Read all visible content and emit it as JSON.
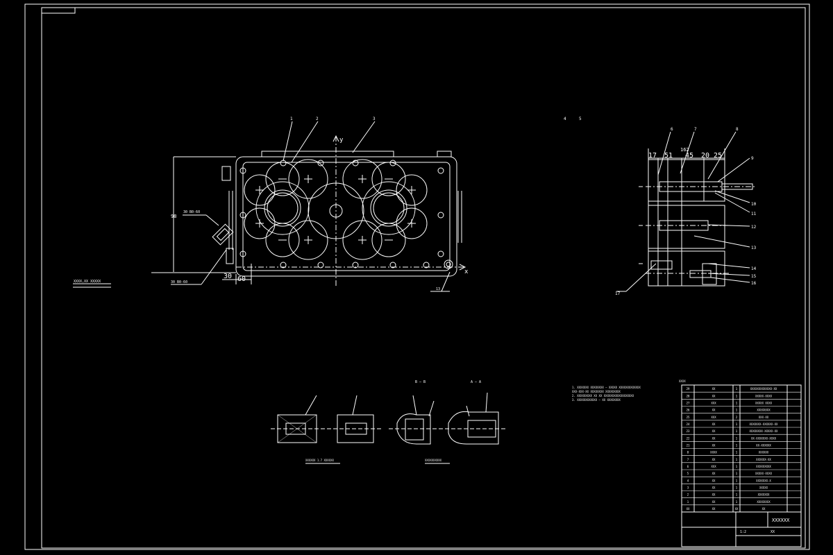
{
  "viewport_tag": "",
  "front_view": {
    "axis_y": "y",
    "axis_x": "x",
    "dim_vertical": "98",
    "dim_30": "30",
    "dim_60": "60",
    "callouts_top": [
      "1",
      "2",
      "3"
    ],
    "callout_br": "13",
    "spec_left_1": "30 B0-60",
    "spec_left_2": "30 B0-60",
    "left_note": "XXXX,XX  XXXXX"
  },
  "section_top_labels": [
    "4",
    "5"
  ],
  "side_view": {
    "top_dims": [
      "17",
      "51",
      "45",
      "20",
      "25"
    ],
    "dim_center": "162",
    "top_callouts": [
      "6",
      "7",
      "8"
    ],
    "right_callouts": [
      "9",
      "10",
      "11",
      "12",
      "13",
      "14",
      "15",
      "16"
    ],
    "left_callout": "17"
  },
  "details": {
    "caption_1": "XXXXXX 1.7 XXXXXX",
    "caption_2": "XXXXXXXXXX",
    "section_b": "B — B",
    "section_a": "A — A"
  },
  "tech_notes": [
    "1. XXXXXXX XXXXXXXX — XXXXX XXXXXXXXXXXXX",
    "   XXX-XXX-XX XXXXXXXX XXXXXXXXX",
    "2. XXXXXXXXX XX XX XXXXXXXXXXXXXXXXXX",
    "3. XXXXXXXXXXXX — XX XXXXXXXX"
  ],
  "bom": {
    "label": "XXXX",
    "rows": [
      [
        "29",
        "XX",
        "1",
        "XXXXXXXXXXXXX-XX"
      ],
      [
        "28",
        "XX",
        "1",
        "XXXXX-XXXX"
      ],
      [
        "27",
        "XXX",
        "1",
        "XXXXX XXXX"
      ],
      [
        "26",
        "XX",
        "1",
        "XXXXXXXX"
      ],
      [
        "25",
        "XXX",
        "2",
        "XXX-XX"
      ],
      [
        "24",
        "XX",
        "1",
        "XXXXXXX-XXXXXX-XX"
      ],
      [
        "23",
        "XX",
        "1",
        "XXXXXXXX-XXXXX-XX"
      ],
      [
        "22",
        "XX",
        "1",
        "XX-XXXXXXX-XXXX"
      ],
      [
        "21",
        "XX",
        "1",
        "XX-XXXXXX"
      ],
      [
        "8",
        "XXXX",
        "1",
        "XXXXXX"
      ],
      [
        "7",
        "XX",
        "1",
        "XXXXXX-XX"
      ],
      [
        "6",
        "XXX",
        "1",
        "XXXXXXXXX"
      ],
      [
        "5",
        "XX",
        "1",
        "XXXXX-XXXX"
      ],
      [
        "4",
        "XX",
        "1",
        "XXXXXXX-X"
      ],
      [
        "3",
        "XX",
        "1",
        "XXXXX"
      ],
      [
        "2",
        "XX",
        "1",
        "XXXXXXX"
      ],
      [
        "1",
        "XX",
        "1",
        "XXXXXXXX"
      ]
    ],
    "header": [
      "XX",
      "XX",
      "XX",
      "XX"
    ]
  },
  "title_block": {
    "title": "XXXXXX",
    "scale": "1:2",
    "sheet": "XX"
  }
}
